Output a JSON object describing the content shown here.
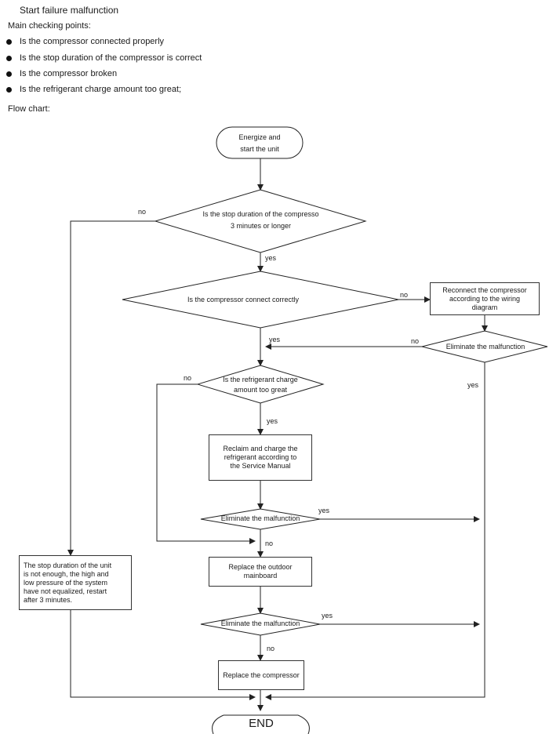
{
  "header": {
    "title": "Start failure malfunction",
    "checking_heading": "Main checking points:",
    "checking_points": [
      "Is the compressor connected properly",
      "Is the stop duration of the compressor is correct",
      "Is the compressor broken",
      "Is the refrigerant charge amount too great;"
    ],
    "flow_heading": "Flow chart:"
  },
  "flowchart": {
    "start": [
      "Energize and",
      "start the unit"
    ],
    "q_stop_duration": [
      "Is the stop duration of the compresso",
      "3 minutes or longer"
    ],
    "q_compressor_connect": "Is the compressor connect correctly",
    "reconnect_box": [
      "Reconnect the compressor",
      "according to the wiring",
      "diagram"
    ],
    "eliminate_right": "Eliminate the malfunction",
    "q_refrigerant": [
      "Is the refrigerant charge",
      "amount too great"
    ],
    "reclaim_box": [
      "Reclaim and charge the",
      "refrigerant according to",
      "the Service Manual"
    ],
    "eliminate_2": "Eliminate the malfunction",
    "replace_mainboard": [
      "Replace the outdoor",
      "mainboard"
    ],
    "eliminate_3": "Eliminate the malfunction",
    "replace_compressor": "Replace the compressor",
    "stop_note": [
      "The stop duration of the unit",
      "is not enough, the high and",
      "low pressure of the system",
      "have not equalized, restart",
      "after 3 minutes."
    ],
    "end": "END",
    "labels": {
      "no_stop": "no",
      "yes_stop": "yes",
      "no_connect": "no",
      "no_eliminate_right": "no",
      "yes_eliminate_right": "yes",
      "yes_merge": "yes",
      "no_refrigerant": "no",
      "yes_refrigerant": "yes",
      "yes_eliminate_2": "yes",
      "no_eliminate_2": "no",
      "yes_eliminate_3": "yes",
      "no_eliminate_3": "no"
    }
  }
}
